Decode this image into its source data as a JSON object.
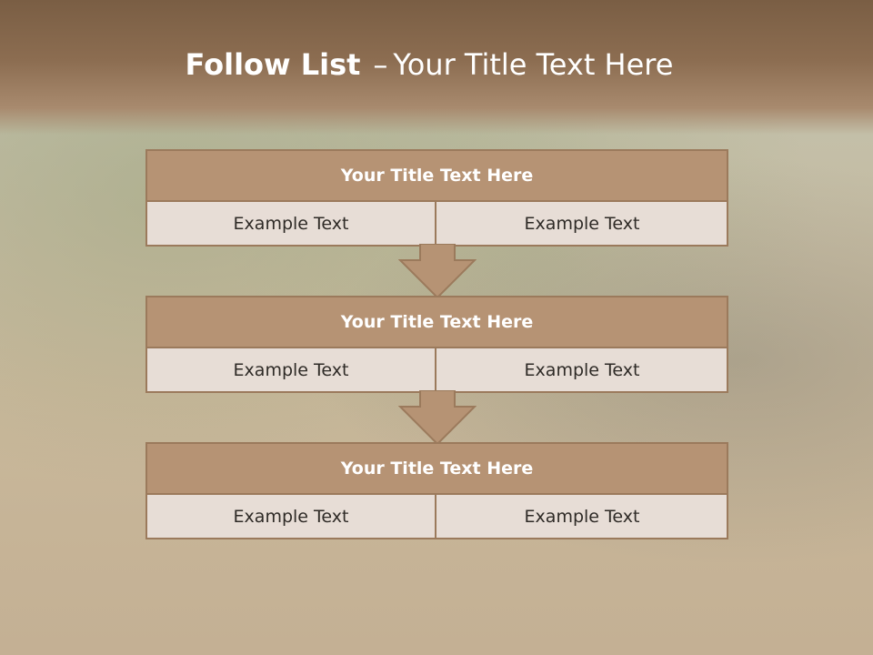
{
  "slide": {
    "title_bold": "Follow List",
    "title_dash": "–",
    "title_rest": "Your Title Text Here"
  },
  "blocks": [
    {
      "title": "Your Title Text Here",
      "left": "Example Text",
      "right": "Example Text"
    },
    {
      "title": "Your Title Text Here",
      "left": "Example Text",
      "right": "Example Text"
    },
    {
      "title": "Your Title Text Here",
      "left": "Example Text",
      "right": "Example Text"
    }
  ],
  "colors": {
    "header": "#8c6d51",
    "title_bar": "#b69374",
    "border": "#9b7a5c",
    "cell": "#e7ddd6"
  },
  "icons": [
    "down-arrow-icon",
    "down-arrow-icon"
  ]
}
